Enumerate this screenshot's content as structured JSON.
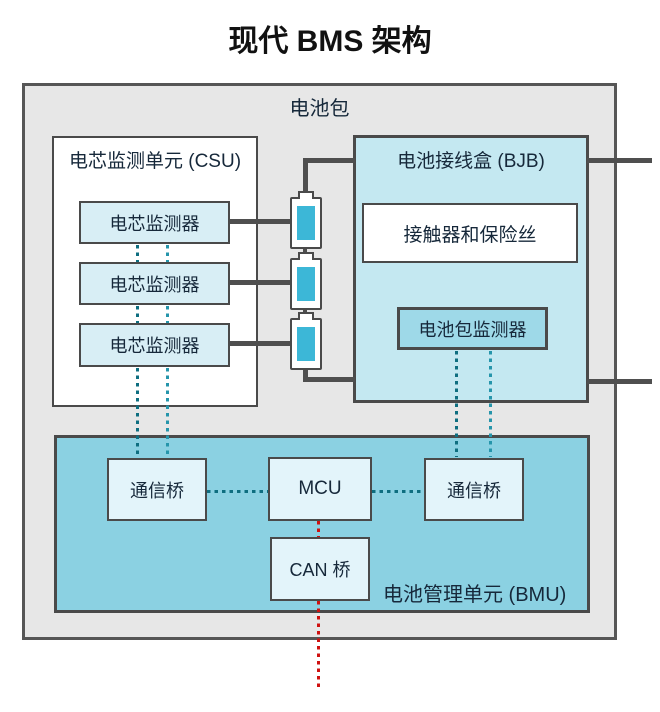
{
  "title": "现代 BMS 架构",
  "pack": {
    "label": "电池包"
  },
  "csu": {
    "label": "电芯监测单元 (CSU)",
    "monitors": [
      "电芯监测器",
      "电芯监测器",
      "电芯监测器"
    ]
  },
  "bjb": {
    "label": "电池接线盒 (BJB)",
    "contactors_fuses": "接触器和保险丝",
    "pack_monitor": "电池包监测器"
  },
  "bmu": {
    "label": "电池管理单元 (BMU)",
    "bridge_left": "通信桥",
    "mcu": "MCU",
    "bridge_right": "通信桥",
    "can_bridge": "CAN 桥"
  },
  "battery_cells_count": 3,
  "colors": {
    "battery_cell_fill": "#3cb7d7",
    "bjb_fill": "#c4e8f1",
    "bmu_fill": "#8bd1e2",
    "cell_monitor_fill": "#d8eef5",
    "pack_monitor_fill": "#9ed9e8",
    "chip_fill": "#e3f4fa",
    "pack_fill": "#e7e7e7",
    "solid_wire": "#4f4f4f",
    "dotted_teal_dark": "#0e6e80",
    "dotted_teal_light": "#2595ab",
    "dotted_red": "#cf1110"
  }
}
